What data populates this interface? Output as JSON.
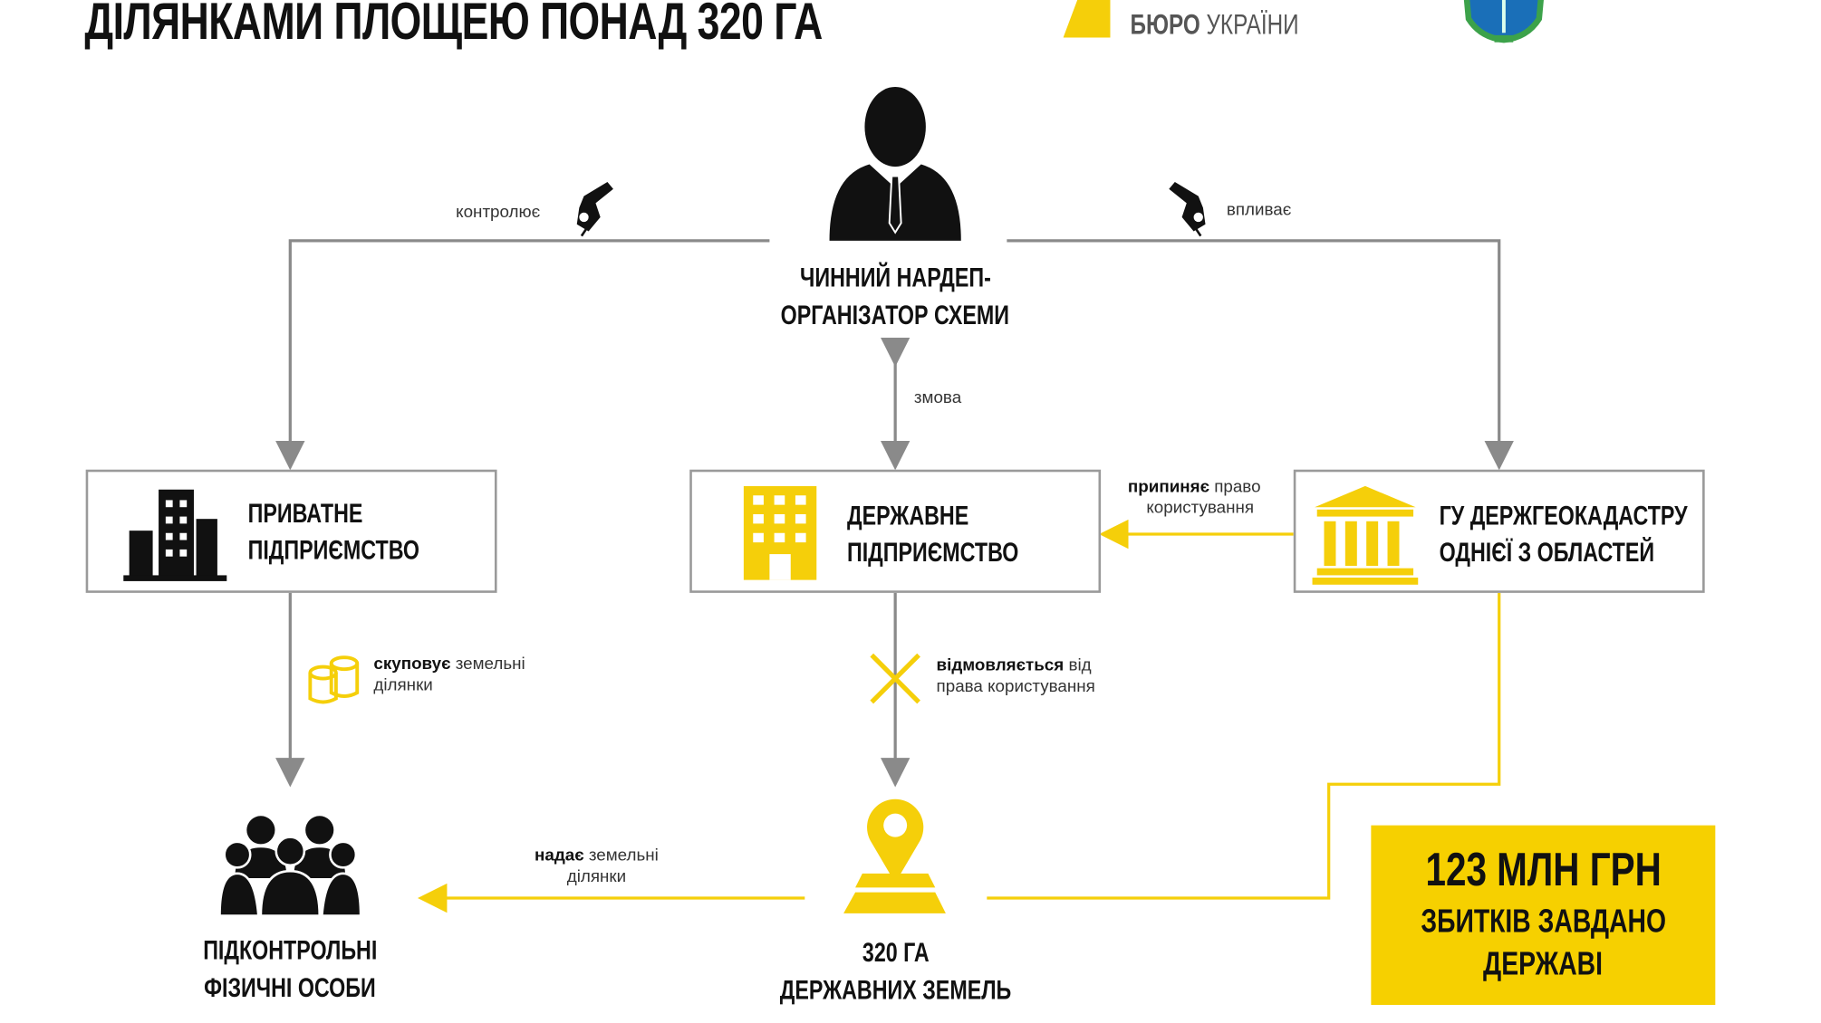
{
  "title": "ДІЛЯНКАМИ ПЛОЩЕЮ ПОНАД 320 ГА",
  "logos": {
    "nabu_text": "БЮРО УКРАЇНИ",
    "nabu_text_bold": "БЮРО",
    "nabu_text_light": "УКРАЇНИ"
  },
  "colors": {
    "accent": "#f5cf0a",
    "line_gray": "#8a8a8a",
    "text": "#111111"
  },
  "organizer": {
    "line1": "ЧИННИЙ НАРДЕП-",
    "line2": "ОРГАНІЗАТОР СХЕМИ",
    "icon": "businessman-icon"
  },
  "relations": {
    "controls": "контролює",
    "influences": "впливає",
    "collusion": "змова",
    "terminates_bold": "припиняє",
    "terminates_rest1": " право",
    "terminates_rest2": "користування",
    "buys_bold": "скуповує",
    "buys_rest1": " земельні",
    "buys_rest2": "ділянки",
    "refuses_bold": "відмовляється",
    "refuses_rest1": " від",
    "refuses_rest2": "права користування",
    "provides_bold": "надає",
    "provides_rest1": " земельні",
    "provides_rest2": "ділянки"
  },
  "nodes": {
    "private": {
      "line1": "ПРИВАТНЕ",
      "line2": "ПІДПРИЄМСТВО",
      "icon": "skyscrapers-icon"
    },
    "state": {
      "line1": "ДЕРЖАВНЕ",
      "line2": "ПІДПРИЄМСТВО",
      "icon": "office-building-icon"
    },
    "geocadastre": {
      "line1": "ГУ ДЕРЖГЕОКАДАСТРУ",
      "line2": "ОДНІЄЇ З ОБЛАСТЕЙ",
      "icon": "government-building-icon"
    },
    "individuals": {
      "line1": "ПІДКОНТРОЛЬНІ",
      "line2": "ФІЗИЧНІ ОСОБИ",
      "icon": "people-group-icon"
    },
    "land": {
      "line1": "320 ГА",
      "line2": "ДЕРЖАВНИХ ЗЕМЕЛЬ",
      "icon": "map-pin-icon"
    }
  },
  "damage": {
    "amount": "123 МЛН ГРН",
    "line1": "ЗБИТКІВ ЗАВДАНО",
    "line2": "ДЕРЖАВІ"
  }
}
